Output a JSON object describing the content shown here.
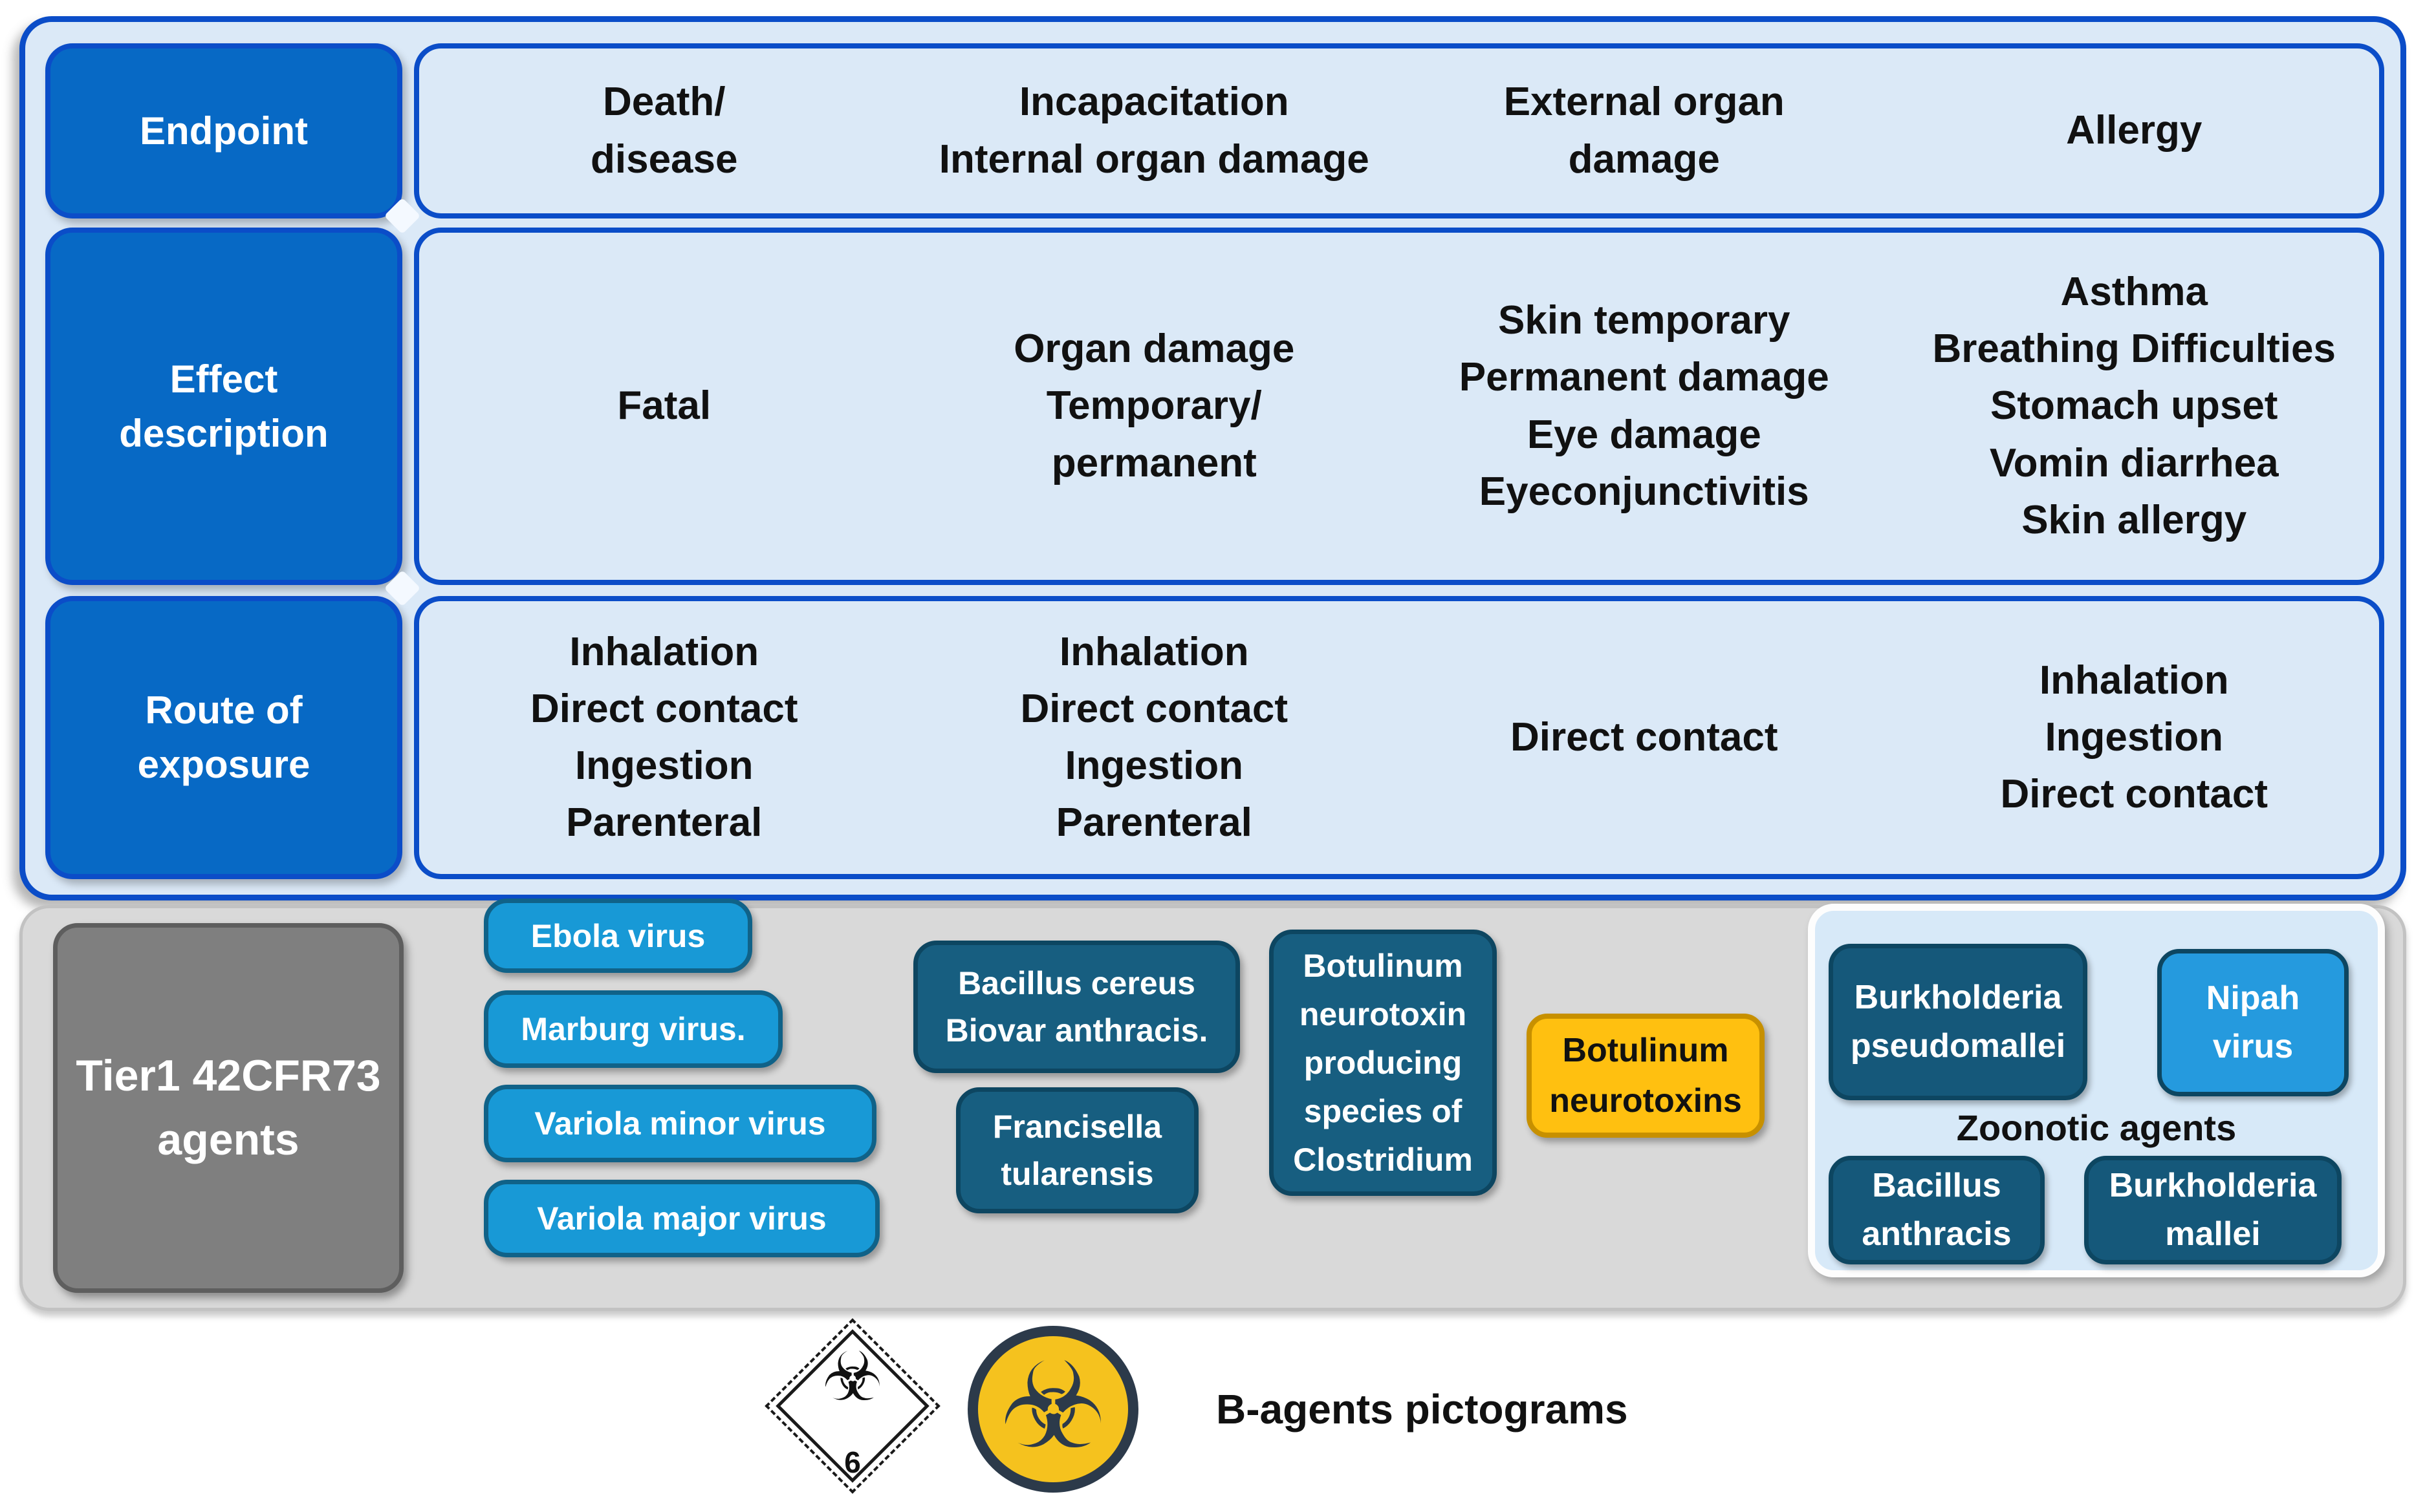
{
  "table": {
    "rows": [
      {
        "header": "Endpoint",
        "cells": [
          "Death/\ndisease",
          "Incapacitation\nInternal organ damage",
          "External organ\ndamage",
          "Allergy"
        ]
      },
      {
        "header": "Effect\ndescription",
        "cells": [
          "Fatal",
          "Organ damage\nTemporary/\npermanent",
          "Skin temporary\nPermanent damage\nEye damage\nEyeconjunctivitis",
          "Asthma\nBreathing Difficulties\nStomach upset\nVomin diarrhea\nSkin allergy"
        ]
      },
      {
        "header": "Route of\nexposure",
        "cells": [
          "Inhalation\nDirect contact\nIngestion\nParenteral",
          "Inhalation\nDirect contact\nIngestion\nParenteral",
          "Direct contact",
          "Inhalation\nIngestion\nDirect contact"
        ]
      }
    ]
  },
  "agents": {
    "header": "Tier1 42CFR73\nagents",
    "viruses": [
      "Ebola virus",
      "Marburg virus.",
      "Variola minor virus",
      "Variola major virus"
    ],
    "bacteria": [
      "Bacillus cereus\nBiovar anthracis.",
      "Francisella\ntularensis",
      "Botulinum\nneurotoxin\nproducing\nspecies of\nClostridium"
    ],
    "toxin": "Botulinum\nneurotoxins",
    "zoonotic": {
      "label": "Zoonotic agents",
      "boxes": [
        "Burkholderia\npseudomallei",
        "Nipah\nvirus",
        "Bacillus\nanthracis",
        "Burkholderia\nmallei"
      ]
    }
  },
  "pictograms": {
    "label": "B-agents pictograms",
    "diamond_number": "6",
    "biohazard_icon": "☣"
  },
  "colors": {
    "panel_fill": "#dbe9f7",
    "panel_border": "#0b4dc8",
    "header_fill": "#0769c5",
    "band_fill": "#d9d9d9",
    "tier_box_fill": "#7f7f7f",
    "pill_fill": "#1899d6",
    "teal_fill": "#175e80",
    "nipah_fill": "#259ade",
    "yellow_fill": "#ffc010",
    "yellow_border": "#c79000",
    "zoonotic_fill": "#d7e9f8",
    "biohazard_yellow": "#f5c21e",
    "biohazard_dark": "#2c3a4a"
  }
}
